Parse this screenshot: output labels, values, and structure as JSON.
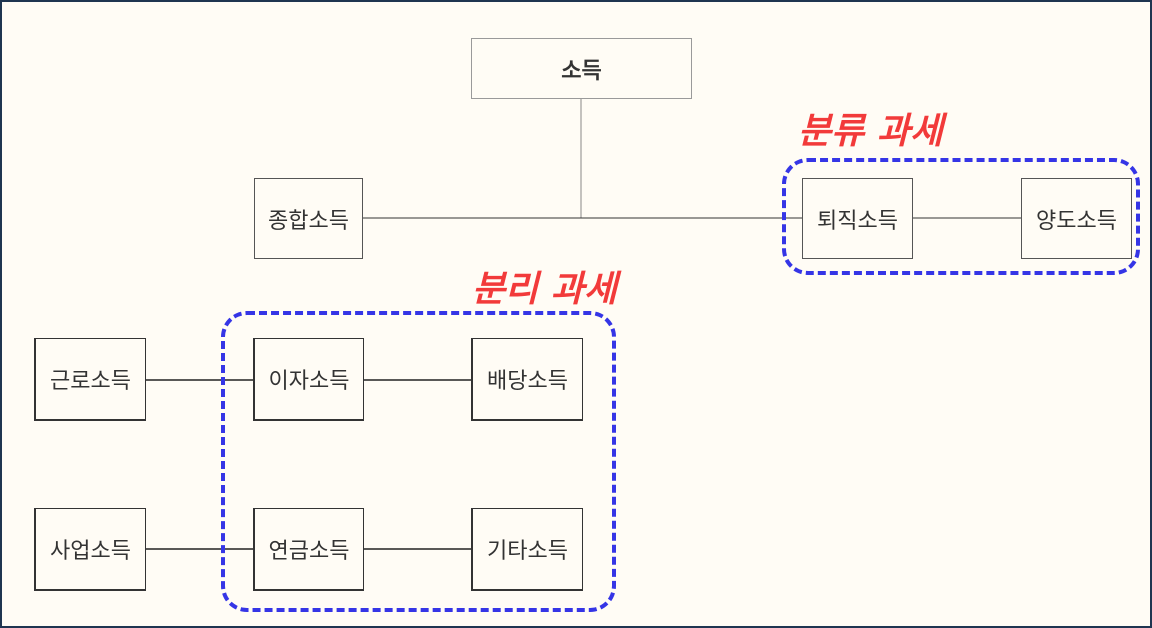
{
  "diagram": {
    "root": {
      "label": "소득"
    },
    "nodes": {
      "comprehensive": "종합소득",
      "retirement": "퇴직소득",
      "transfer": "양도소득",
      "earned": "근로소득",
      "interest": "이자소득",
      "dividend": "배당소득",
      "business": "사업소득",
      "pension": "연금소득",
      "other": "기타소득"
    },
    "groups": {
      "classified": "분류 과세",
      "separate": "분리 과세"
    }
  },
  "colors": {
    "background": "#fffcf5",
    "group_border": "#3535e6",
    "group_label": "#f23a3a",
    "frame_border": "#1f3550"
  }
}
